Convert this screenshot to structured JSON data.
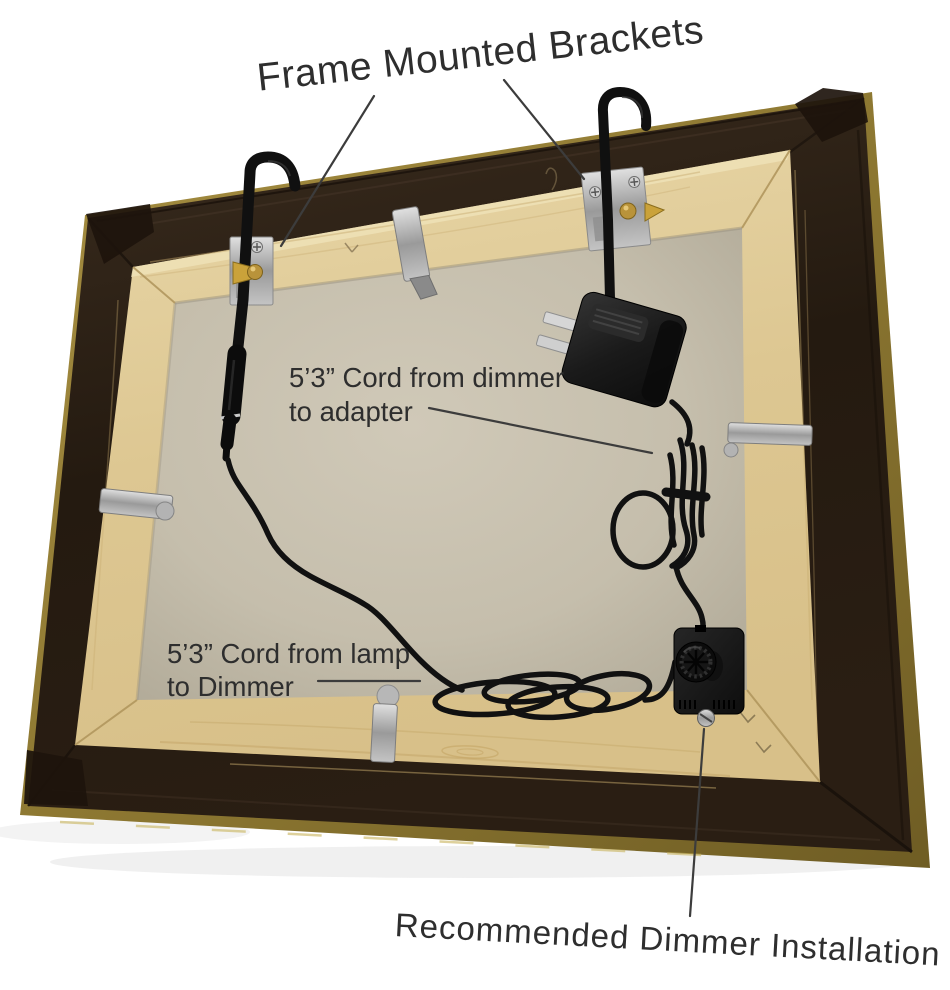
{
  "annotations": {
    "brackets": {
      "text": "Frame Mounted Brackets"
    },
    "cord_dimmer_adapter": {
      "line1": "5’3” Cord from dimmer",
      "line2": "to adapter"
    },
    "cord_lamp_dimmer": {
      "line1": "5’3” Cord from lamp",
      "line2": "to Dimmer"
    },
    "dimmer_install": {
      "text": "Recommended Dimmer Installation"
    }
  },
  "colors": {
    "background": "#ffffff",
    "frame_back": "#2c2015",
    "gold_edge": "#94803a",
    "wood_light": "#e3d0a1",
    "wood_shadow": "#c8ab6f",
    "canvas": "#c8c1ae",
    "metal_clip": "#a9a9a9",
    "hardware_black": "#151515",
    "brass": "#bf9b35",
    "cord": "#111111",
    "callout_line": "#3c3c3c",
    "annotation_text": "#2e2e2e"
  }
}
